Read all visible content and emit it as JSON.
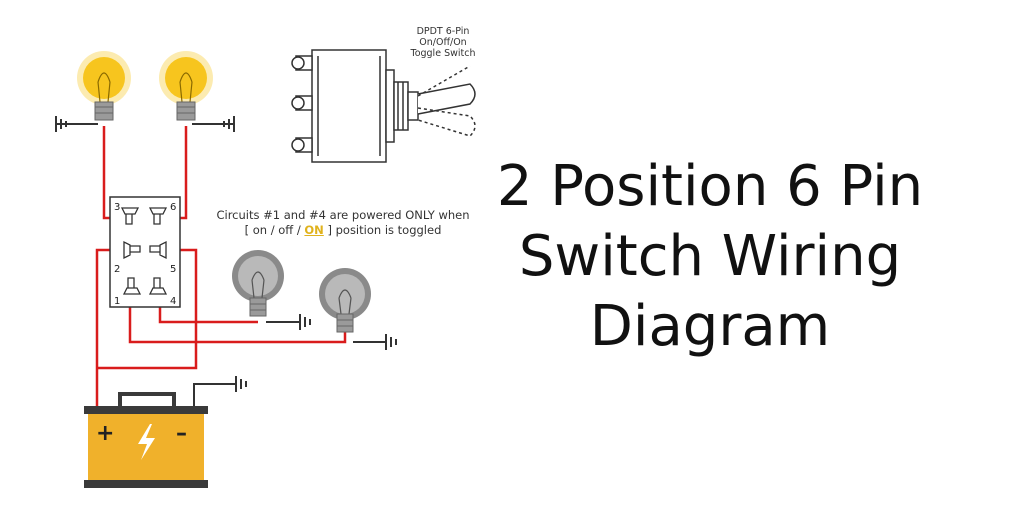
{
  "title": {
    "line1": "2 Position 6 Pin",
    "line2": "Switch Wiring",
    "line3": "Diagram"
  },
  "toggle_switch": {
    "line1": "DPDT 6-Pin",
    "line2": "On/Off/On",
    "line3": "Toggle Switch"
  },
  "note": {
    "line1": "Circuits #1 and #4 are powered ONLY when",
    "prefix": "[  on / off / ",
    "highlight": "ON",
    "suffix": "  ]  position is toggled"
  },
  "pins": [
    "3",
    "6",
    "2",
    "5",
    "1",
    "4"
  ],
  "battery": {
    "plus": "+",
    "minus": "–"
  },
  "colors": {
    "wire": "#d91c1c",
    "bulb_on": "#f7c51e",
    "bulb_off": "#8a8a8a",
    "battery": "#f0b12b",
    "text": "#111111"
  }
}
